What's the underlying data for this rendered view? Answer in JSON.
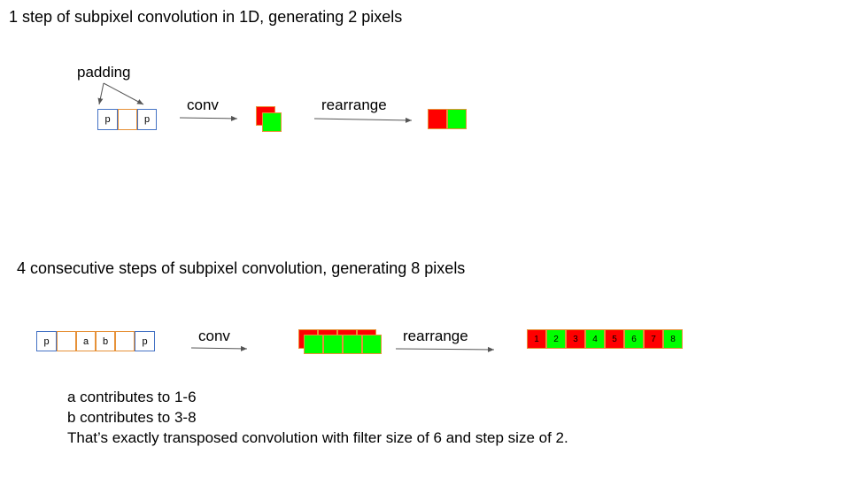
{
  "top": {
    "title": "1 step of subpixel convolution in 1D, generating 2 pixels",
    "padding_label": "padding",
    "input_cells": [
      "p",
      "",
      "p"
    ],
    "conv_label": "conv",
    "rearrange_label": "rearrange"
  },
  "bottom": {
    "title": "4 consecutive steps of subpixel convolution, generating 8 pixels",
    "input_cells": [
      "p",
      "",
      "a",
      "b",
      "",
      "p"
    ],
    "conv_label": "conv",
    "rearrange_label": "rearrange",
    "output_pixels": [
      {
        "label": "1",
        "color": "#ff0000"
      },
      {
        "label": "2",
        "color": "#00ff00"
      },
      {
        "label": "3",
        "color": "#ff0000"
      },
      {
        "label": "4",
        "color": "#00ff00"
      },
      {
        "label": "5",
        "color": "#ff0000"
      },
      {
        "label": "6",
        "color": "#00ff00"
      },
      {
        "label": "7",
        "color": "#ff0000"
      },
      {
        "label": "8",
        "color": "#00ff00"
      }
    ]
  },
  "notes": {
    "line1": "a contributes to 1-6",
    "line2": "b contributes to 3-8",
    "line3": "That’s exactly transposed convolution with filter size of 6 and step size of 2."
  },
  "colors": {
    "red": "#ff0000",
    "green": "#00ff00",
    "padding_border": "#4472c4",
    "cell_border": "#e69138",
    "arrow": "#555555"
  }
}
